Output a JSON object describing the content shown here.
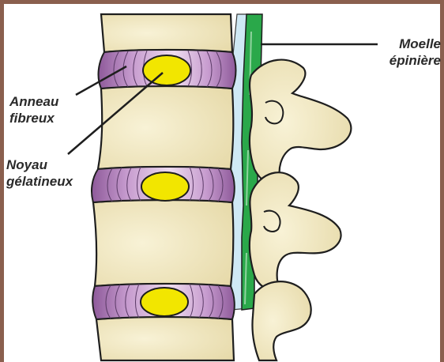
{
  "labels": {
    "moelle": [
      "Moelle",
      "épinière"
    ],
    "anneau": [
      "Anneau",
      "fibreux"
    ],
    "noyau": [
      "Noyau",
      "gélatineux"
    ]
  },
  "colors": {
    "frame": "#8a5f4e",
    "background": "#ffffff",
    "bone": "#f3ecc8",
    "bone_outline": "#1e1e1e",
    "disc_ring": "#c79ccf",
    "disc_dark": "#8e5a9a",
    "nucleus": "#f2e600",
    "spinal_cord": "#2aa84a",
    "canal": "#bfe3f2"
  }
}
